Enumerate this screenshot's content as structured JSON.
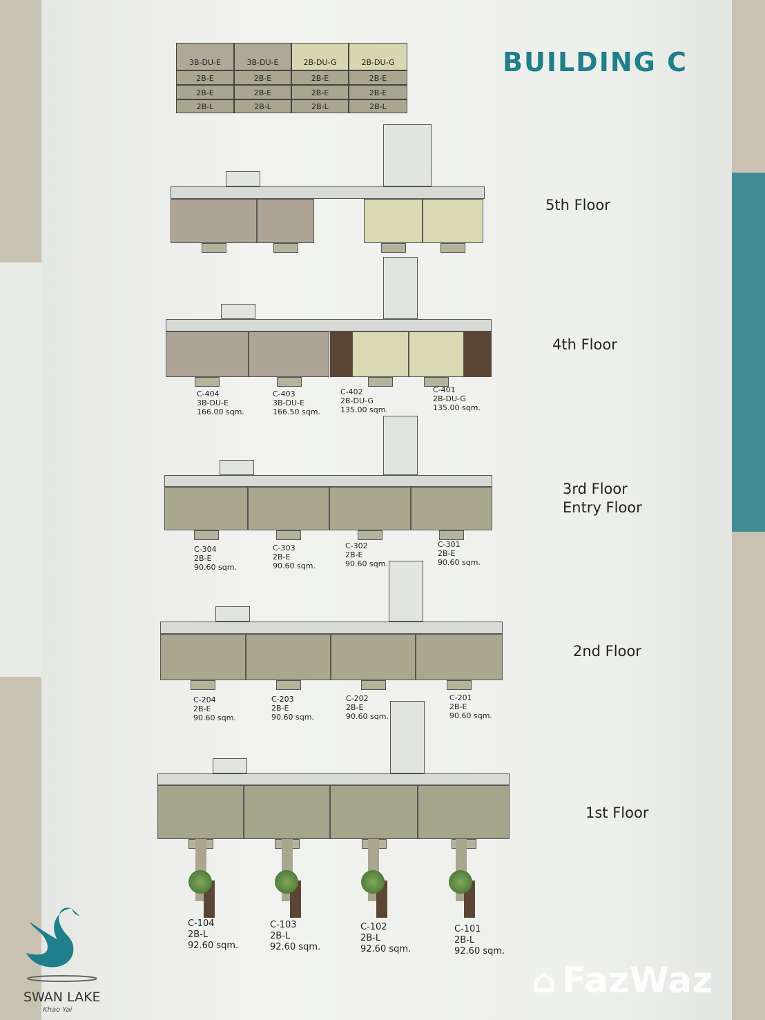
{
  "title": "BUILDING C",
  "elevation": {
    "rows": [
      [
        "3B-DU-E",
        "3B-DU-E",
        "2B-DU-G",
        "2B-DU-G"
      ],
      [
        "2B-E",
        "2B-E",
        "2B-E",
        "2B-E"
      ],
      [
        "2B-E",
        "2B-E",
        "2B-E",
        "2B-E"
      ],
      [
        "2B-L",
        "2B-L",
        "2B-L",
        "2B-L"
      ]
    ]
  },
  "floors": [
    {
      "name": "5th Floor",
      "units": []
    },
    {
      "name": "4th Floor",
      "units": [
        {
          "id": "C-404",
          "type": "3B-DU-E",
          "area": "166.00 sqm."
        },
        {
          "id": "C-403",
          "type": "3B-DU-E",
          "area": "166.50 sqm."
        },
        {
          "id": "C-402",
          "type": "2B-DU-G",
          "area": "135.00 sqm."
        },
        {
          "id": "C-401",
          "type": "2B-DU-G",
          "area": "135.00 sqm."
        }
      ]
    },
    {
      "name": "3rd Floor",
      "subname": "Entry Floor",
      "units": [
        {
          "id": "C-304",
          "type": "2B-E",
          "area": "90.60 sqm."
        },
        {
          "id": "C-303",
          "type": "2B-E",
          "area": "90.60 sqm."
        },
        {
          "id": "C-302",
          "type": "2B-E",
          "area": "90.60 sqm."
        },
        {
          "id": "C-301",
          "type": "2B-E",
          "area": "90.60 sqm."
        }
      ]
    },
    {
      "name": "2nd Floor",
      "units": [
        {
          "id": "C-204",
          "type": "2B-E",
          "area": "90.60 sqm."
        },
        {
          "id": "C-203",
          "type": "2B-E",
          "area": "90.60 sqm."
        },
        {
          "id": "C-202",
          "type": "2B-E",
          "area": "90.60 sqm."
        },
        {
          "id": "C-201",
          "type": "2B-E",
          "area": "90.60 sqm."
        }
      ]
    },
    {
      "name": "1st Floor",
      "units": [
        {
          "id": "C-104",
          "type": "2B-L",
          "area": "92.60 sqm."
        },
        {
          "id": "C-103",
          "type": "2B-L",
          "area": "92.60 sqm."
        },
        {
          "id": "C-102",
          "type": "2B-L",
          "area": "92.60 sqm."
        },
        {
          "id": "C-101",
          "type": "2B-L",
          "area": "92.60 sqm."
        }
      ]
    }
  ],
  "logo": {
    "name": "SWAN LAKE",
    "sub": "Khao Yai"
  },
  "watermark": "FazWaz",
  "colors": {
    "teal": "#1f7f8a",
    "unitE": "#a9a891",
    "unitDU_E": "#aea596",
    "unitDU_G": "#d9d9b4",
    "wood": "#5b4636"
  }
}
